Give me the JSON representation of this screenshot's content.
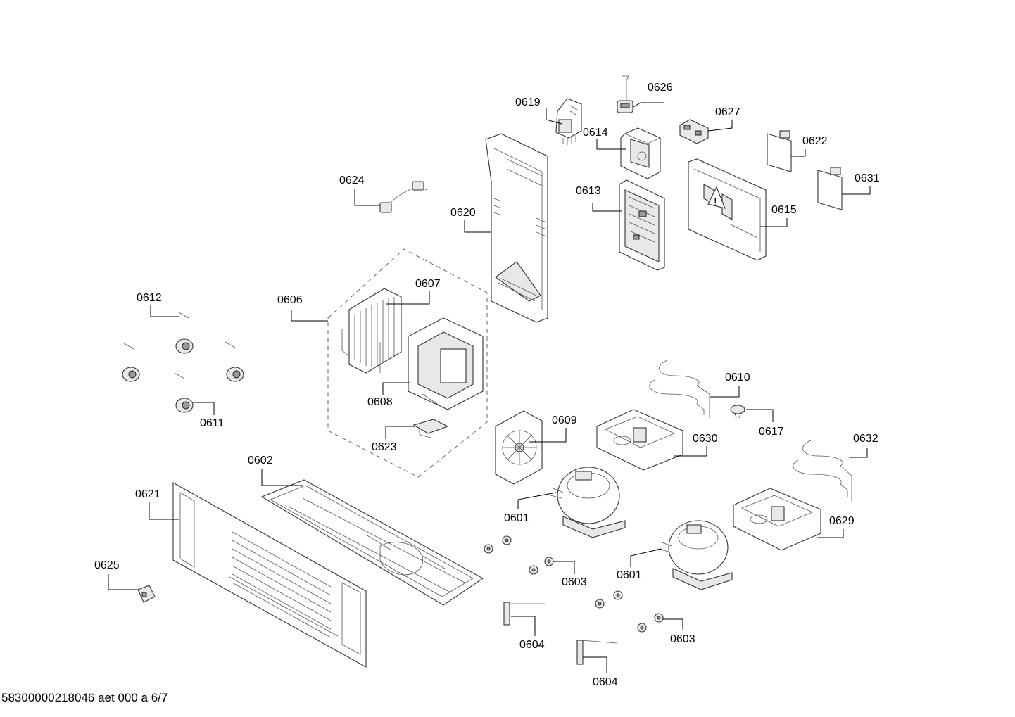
{
  "labels": {
    "l0601a": "0601",
    "l0601b": "0601",
    "l0602": "0602",
    "l0603a": "0603",
    "l0603b": "0603",
    "l0604a": "0604",
    "l0604b": "0604",
    "l0606": "0606",
    "l0607": "0607",
    "l0608": "0608",
    "l0609": "0609",
    "l0610": "0610",
    "l0611": "0611",
    "l0612": "0612",
    "l0613": "0613",
    "l0614": "0614",
    "l0615": "0615",
    "l0617": "0617",
    "l0619": "0619",
    "l0620": "0620",
    "l0621": "0621",
    "l0622": "0622",
    "l0623": "0623",
    "l0624": "0624",
    "l0625": "0625",
    "l0626": "0626",
    "l0627": "0627",
    "l0629": "0629",
    "l0630": "0630",
    "l0631": "0631",
    "l0632": "0632"
  },
  "footer": "58300000218046 aet 000 a 6/7"
}
